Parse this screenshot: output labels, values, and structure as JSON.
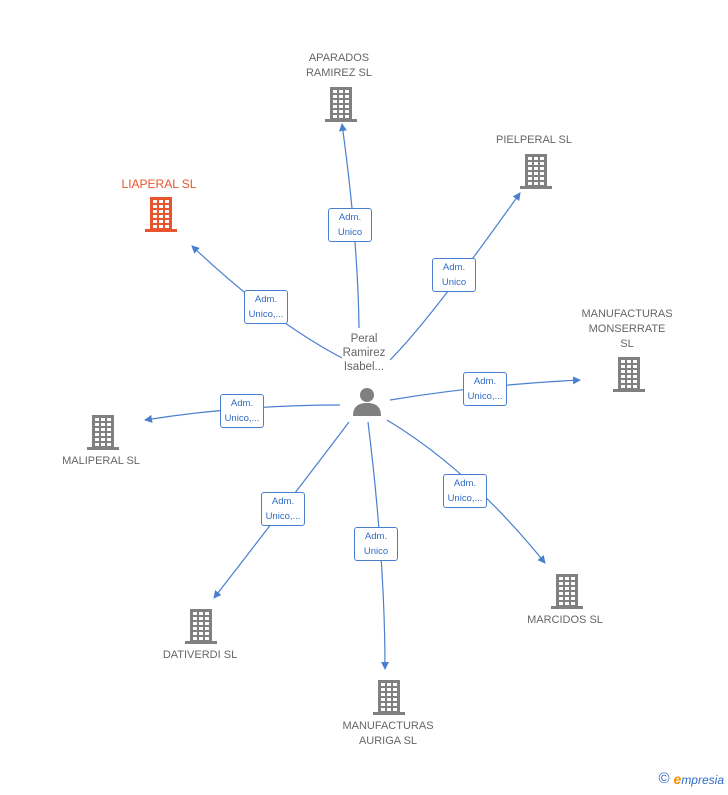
{
  "colors": {
    "edge": "#4a7fcf",
    "building": "#808080",
    "building_active": "#e8542c",
    "label": "#666666"
  },
  "center": {
    "label": "Peral\nRamirez\nIsabel..."
  },
  "nodes": [
    {
      "id": "aparados",
      "label": "APARADOS\nRAMIREZ SL",
      "active": false
    },
    {
      "id": "pielperal",
      "label": "PIELPERAL SL",
      "active": false
    },
    {
      "id": "liaperal",
      "label": "LIAPERAL  SL",
      "active": true
    },
    {
      "id": "manufacturas-monserrate",
      "label": "MANUFACTURAS\nMONSERRATE\nSL",
      "active": false
    },
    {
      "id": "maliperal",
      "label": "MALIPERAL  SL",
      "active": false
    },
    {
      "id": "marcidos",
      "label": "MARCIDOS  SL",
      "active": false
    },
    {
      "id": "dativerdi",
      "label": "DATIVERDI  SL",
      "active": false
    },
    {
      "id": "manufacturas-auriga",
      "label": "MANUFACTURAS\nAURIGA SL",
      "active": false
    }
  ],
  "edges": [
    {
      "to": "aparados",
      "label": "Adm.\nUnico"
    },
    {
      "to": "pielperal",
      "label": "Adm.\nUnico"
    },
    {
      "to": "liaperal",
      "label": "Adm.\nUnico,..."
    },
    {
      "to": "manufacturas-monserrate",
      "label": "Adm.\nUnico,..."
    },
    {
      "to": "maliperal",
      "label": "Adm.\nUnico,..."
    },
    {
      "to": "marcidos",
      "label": "Adm.\nUnico,..."
    },
    {
      "to": "dativerdi",
      "label": "Adm.\nUnico,..."
    },
    {
      "to": "manufacturas-auriga",
      "label": "Adm.\nUnico"
    }
  ],
  "footer": {
    "copyright": "©",
    "brand_initial": "e",
    "brand_rest": "mpresia"
  }
}
